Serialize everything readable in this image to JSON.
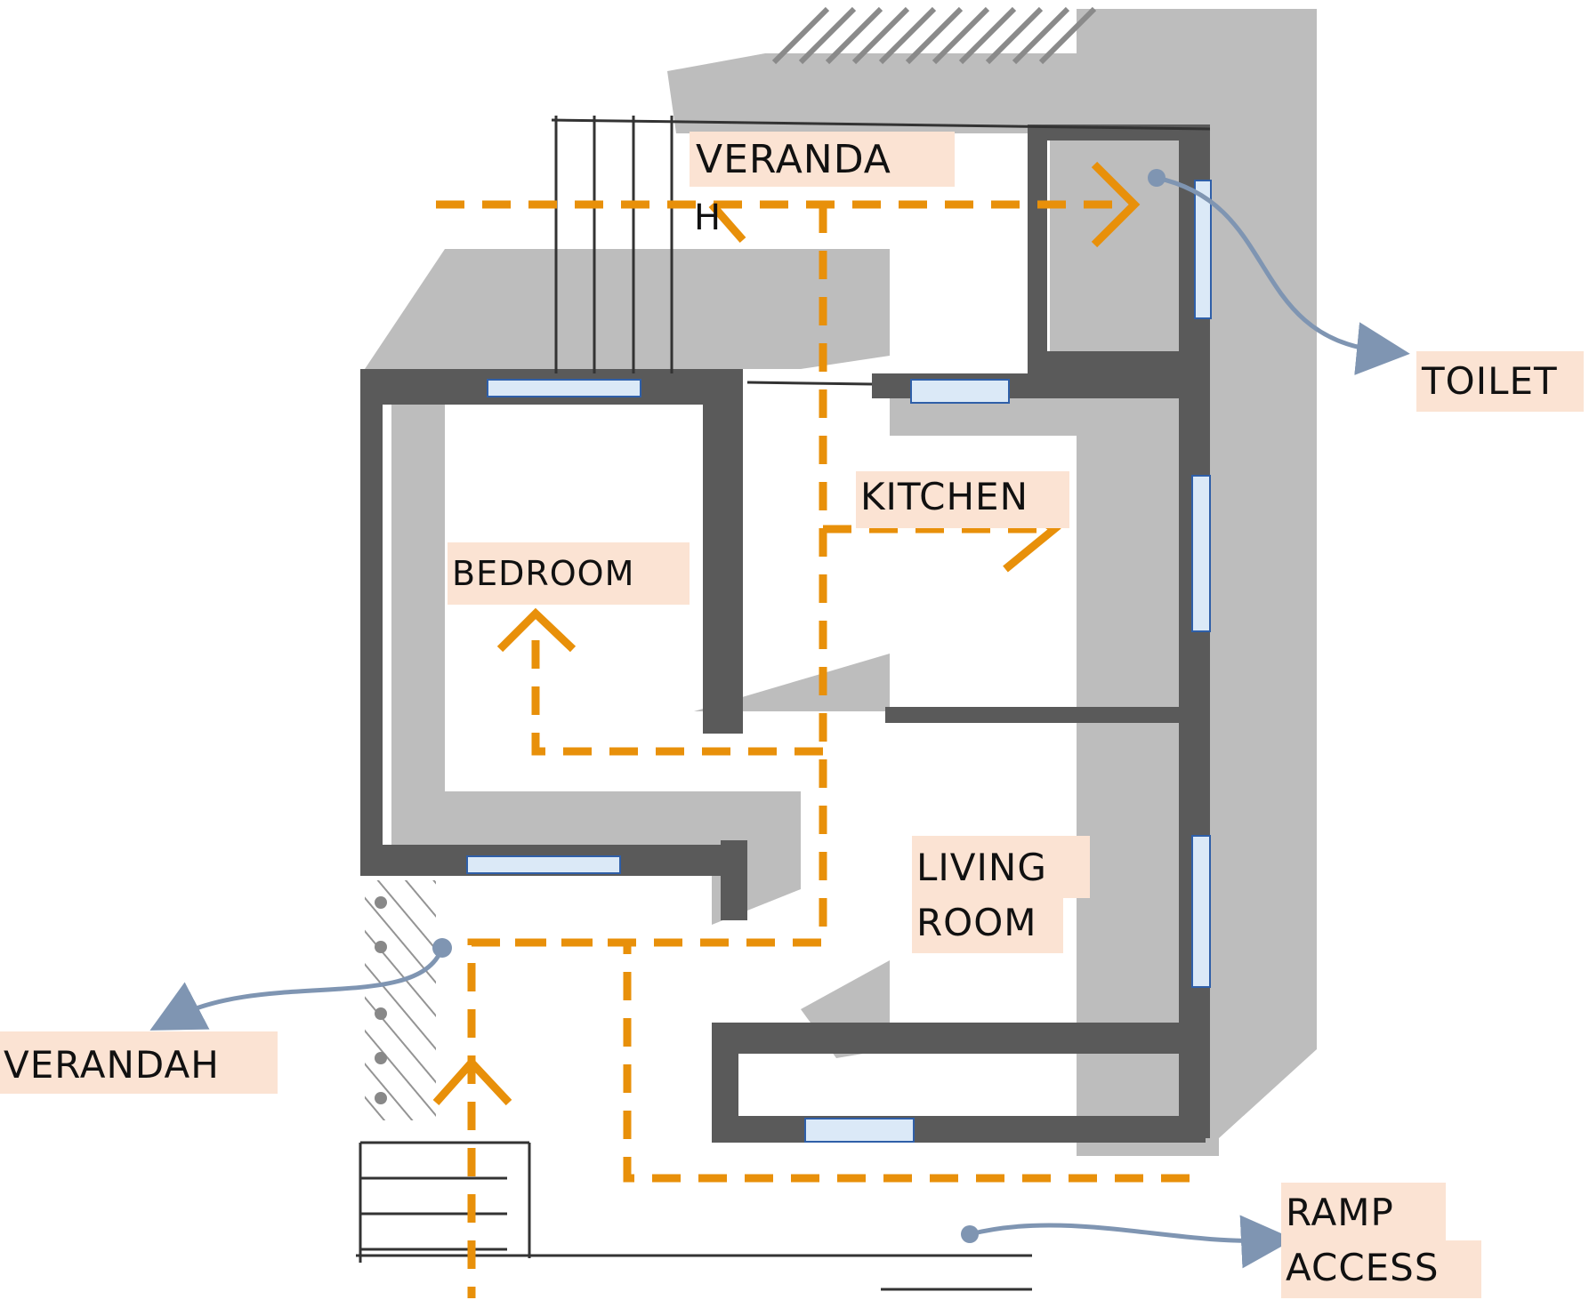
{
  "labels": {
    "veranda_top": "VERANDA",
    "veranda_top_overflow": "H",
    "toilet": "TOILET",
    "kitchen": "KITCHEN",
    "bedroom": "BEDROOM",
    "living_line1": "LIVING",
    "living_line2": "ROOM",
    "verandah": "VERANDAH",
    "ramp_line1": "RAMP",
    "ramp_line2": "ACCESS"
  },
  "colors": {
    "path_orange": "#e8900a",
    "label_bg": "#fbe3d3",
    "wall_dark": "#5a5a5a",
    "wall_shade": "#bdbdbd",
    "window_fill": "#dbe9f7",
    "window_stroke": "#2f5fa8",
    "pointer": "#7f95b2"
  }
}
